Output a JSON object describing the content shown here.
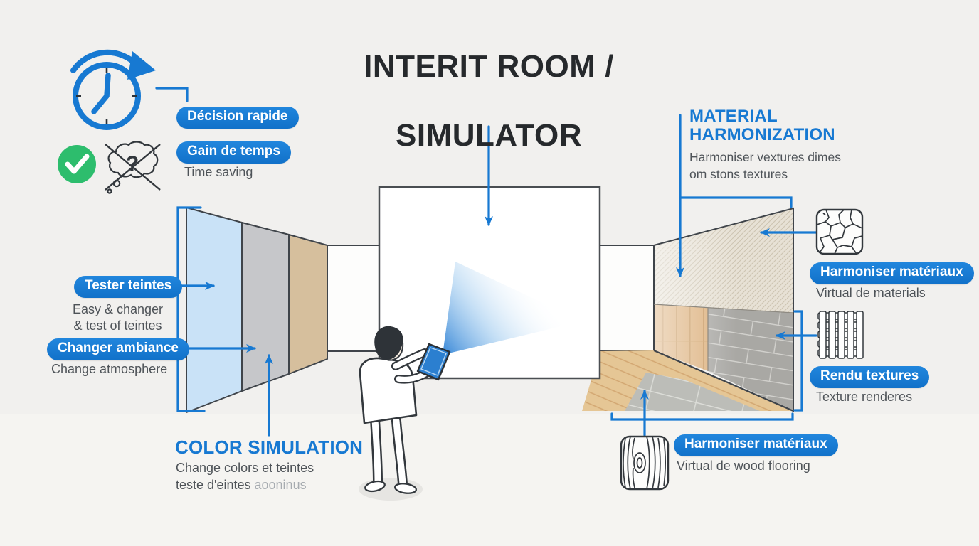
{
  "title": {
    "line1": "INTERIT ROOM /",
    "line2": "SIMULATOR"
  },
  "benefits": {
    "decision_badge": "Décision rapide",
    "time_badge": "Gain de temps",
    "time_caption": "Time saving",
    "question_mark": "?"
  },
  "color_section": {
    "tester_badge": "Tester teintes",
    "tester_caption_line1": "Easy & changer",
    "tester_caption_line2": "& test of teintes",
    "ambiance_badge": "Changer ambiance",
    "ambiance_caption": "Change atmosphere",
    "heading": "COLOR SIMULATION",
    "caption_line1": "Change colors et teintes",
    "caption_line2": "teste d'eintes ",
    "caption_line2_faded": "aooninus"
  },
  "material_section": {
    "heading_line1": "MATERIAL",
    "heading_line2": "HARMONIZATION",
    "caption_line1": "Harmoniser vextures dimes",
    "caption_line2": "om stons textures",
    "materials_badge": "Harmoniser matériaux",
    "materials_caption": "Virtual de materials",
    "textures_badge": "Rendu textures",
    "textures_caption": "Texture renderes"
  },
  "flooring_section": {
    "badge": "Harmoniser matériaux",
    "caption": "Virtual de wood flooring"
  },
  "colors": {
    "accent": "#1779d2",
    "title_text": "#26292c",
    "caption_text": "#4e5358",
    "faded_text": "#a6abb0",
    "check_green": "#2dbd6d",
    "panel_blue": "#c9e2f7",
    "panel_gray": "#c6c7ca",
    "panel_tan": "#d6bf9d",
    "wall_wood": "#dcb07c",
    "wall_stone": "#a9a8a4",
    "floor_wood": "#e5c695",
    "floor_tile": "#bcbdb8"
  }
}
